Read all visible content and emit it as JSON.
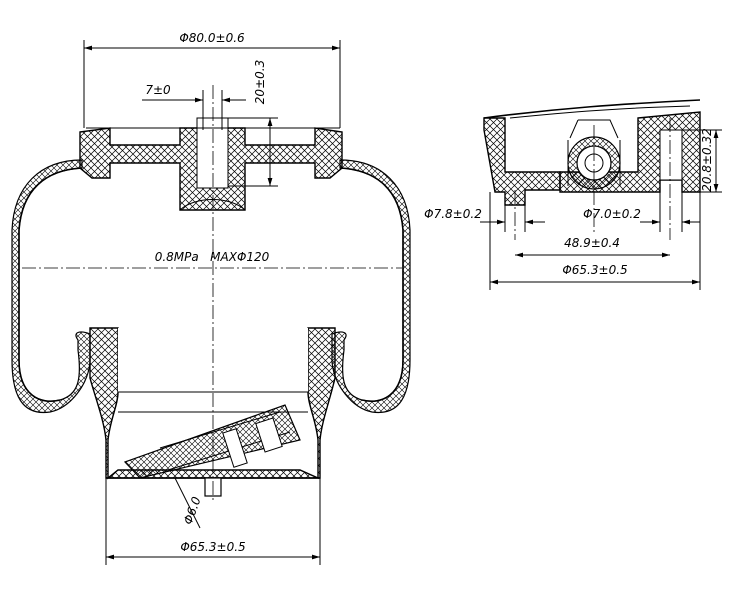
{
  "drawing": {
    "dimensions": {
      "top_diameter": "Φ80.0±0.6",
      "pin_offset": "7±0",
      "pin_height": "20±0.3",
      "pressure_max": "0.8MPa   MAXΦ120",
      "side_hole": "Φ6.0",
      "base_diameter": "Φ65.3±0.5",
      "detail_height": "20.8±0.32",
      "detail_pin_left": "Φ7.8±0.2",
      "detail_pin_right": "Φ7.0±0.2",
      "detail_spacing": "48.9±0.4",
      "detail_diameter": "Φ65.3±0.5"
    },
    "colors": {
      "line": "#000000",
      "background": "#ffffff"
    }
  }
}
